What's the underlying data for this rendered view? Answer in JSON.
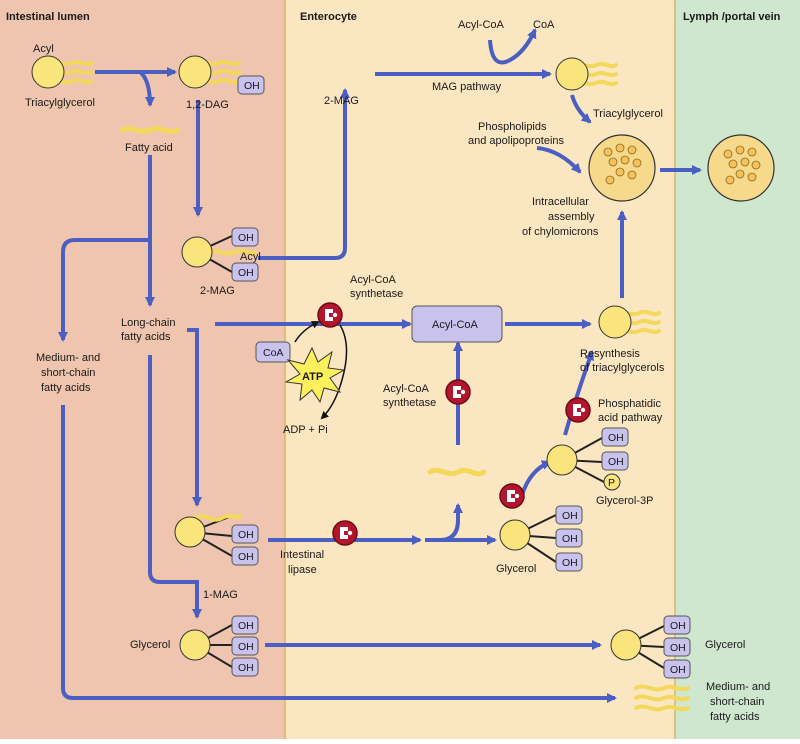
{
  "regions": {
    "lumen": "Intestinal lumen",
    "enterocyte": "Enterocyte",
    "lymph": "Lymph /portal vein"
  },
  "labels": {
    "acyl_top": "Acyl",
    "triacylglycerol_lumen": "Triacylglycerol",
    "dag": "1,2-DAG",
    "fatty_acid": "Fatty acid",
    "acyl_2mag": "Acyl",
    "mag2_lumen": "2-MAG",
    "long_chain_1": "Long-chain",
    "long_chain_2": "fatty acids",
    "medium_1": "Medium- and",
    "medium_2": "short-chain",
    "medium_3": "fatty acids",
    "mag1": "1-MAG",
    "glycerol_lumen": "Glycerol",
    "mag2_ent": "2-MAG",
    "acylcoa_top": "Acyl-CoA",
    "coa_top": "CoA",
    "mag_pathway": "MAG pathway",
    "triacylglycerol_ent": "Triacylglycerol",
    "phospho_1": "Phospholipids",
    "phospho_2": "and apolipoproteins",
    "intracell_1": "Intracellular",
    "intracell_2": "assembly",
    "intracell_3": "of chylomicrons",
    "synthetase_1a": "Acyl-CoA",
    "synthetase_1b": "synthetase",
    "coa_box": "CoA",
    "atp": "ATP",
    "adp": "ADP + Pi",
    "acylcoa_box": "Acyl-CoA",
    "synthetase_2a": "Acyl-CoA",
    "synthetase_2b": "synthetase",
    "resynth_1": "Resynthesis",
    "resynth_2": "of triacylglycerols",
    "phosphatidic_1": "Phosphatidic",
    "phosphatidic_2": "acid pathway",
    "p_group": "P",
    "glycerol3p": "Glycerol-3P",
    "intestinal_lipase_1": "Intestinal",
    "intestinal_lipase_2": "lipase",
    "glycerol_ent": "Glycerol",
    "glycerol_right": "Glycerol",
    "medium_right_1": "Medium- and",
    "medium_right_2": "short-chain",
    "medium_right_3": "fatty acids",
    "oh": "OH"
  },
  "colors": {
    "lumen_bg": "#efc5b0",
    "enterocyte_bg": "#fbe6c2",
    "lymph_bg": "#cfe7cf",
    "arrow": "#4a5fc1",
    "molecule_head": "#fae57c",
    "oh_box": "#c8c2ec",
    "enzyme": "#b3162c",
    "chylomicron": "#f7d98c"
  }
}
